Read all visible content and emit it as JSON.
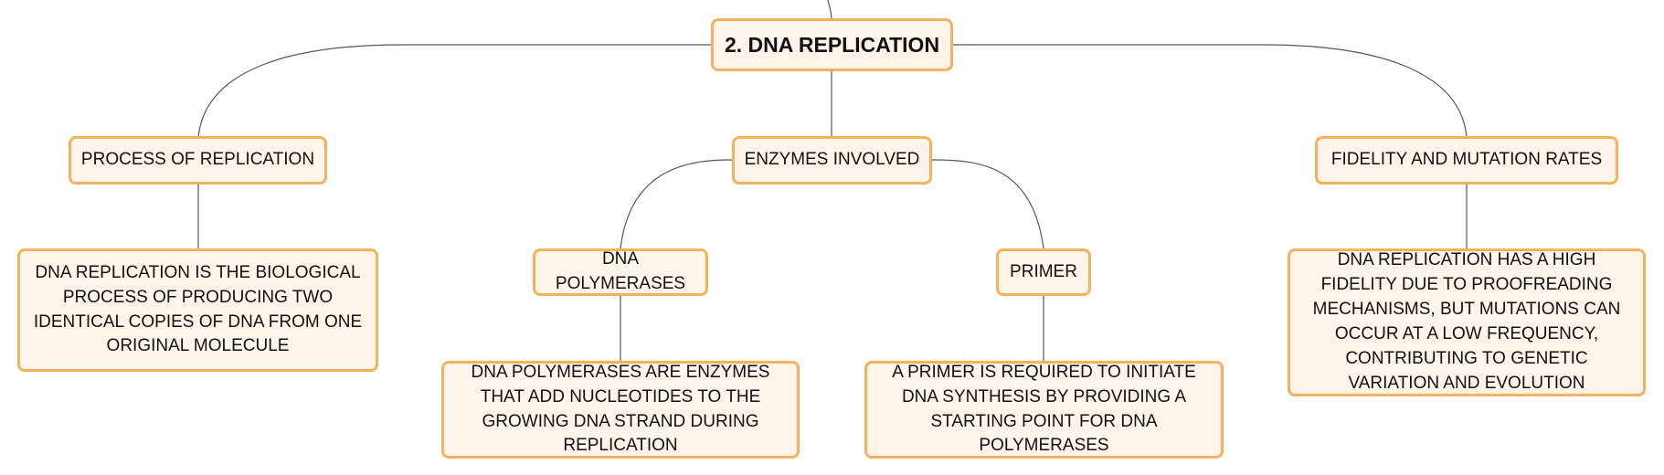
{
  "diagram": {
    "root": {
      "label": "2. DNA REPLICATION"
    },
    "branches": {
      "process": {
        "label": "PROCESS OF REPLICATION",
        "detail": "DNA REPLICATION IS THE BIOLOGICAL PROCESS OF PRODUCING TWO IDENTICAL COPIES OF DNA FROM ONE ORIGINAL MOLECULE"
      },
      "enzymes": {
        "label": "ENZYMES INVOLVED",
        "polymerases": {
          "label": "DNA POLYMERASES",
          "detail": "DNA POLYMERASES ARE ENZYMES THAT ADD NUCLEOTIDES TO THE GROWING DNA STRAND DURING REPLICATION"
        },
        "primer": {
          "label": "PRIMER",
          "detail": "A PRIMER IS REQUIRED TO INITIATE DNA SYNTHESIS BY PROVIDING A STARTING POINT FOR DNA POLYMERASES"
        }
      },
      "fidelity": {
        "label": "FIDELITY AND MUTATION RATES",
        "detail": "DNA REPLICATION HAS A HIGH FIDELITY DUE TO PROOFREADING MECHANISMS, BUT MUTATIONS CAN OCCUR AT A LOW FREQUENCY, CONTRIBUTING TO GENETIC VARIATION AND EVOLUTION"
      }
    }
  },
  "colors": {
    "node_fill": "#fff4ea",
    "node_border": "#f3b25e",
    "connector": "#555555",
    "text": "#111111"
  }
}
